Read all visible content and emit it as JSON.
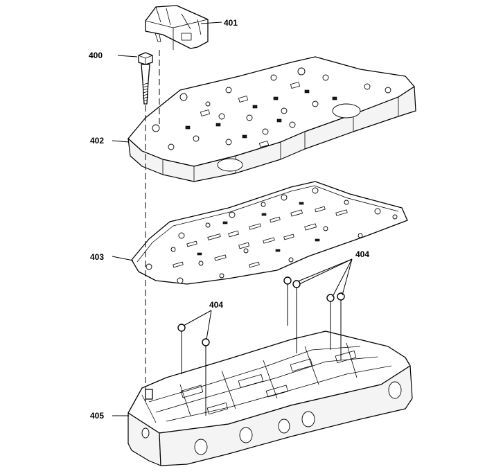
{
  "callouts": {
    "c400": "400",
    "c401": "401",
    "c402": "402",
    "c403": "403",
    "c404_right": "404",
    "c404_left": "404",
    "c405": "405"
  }
}
